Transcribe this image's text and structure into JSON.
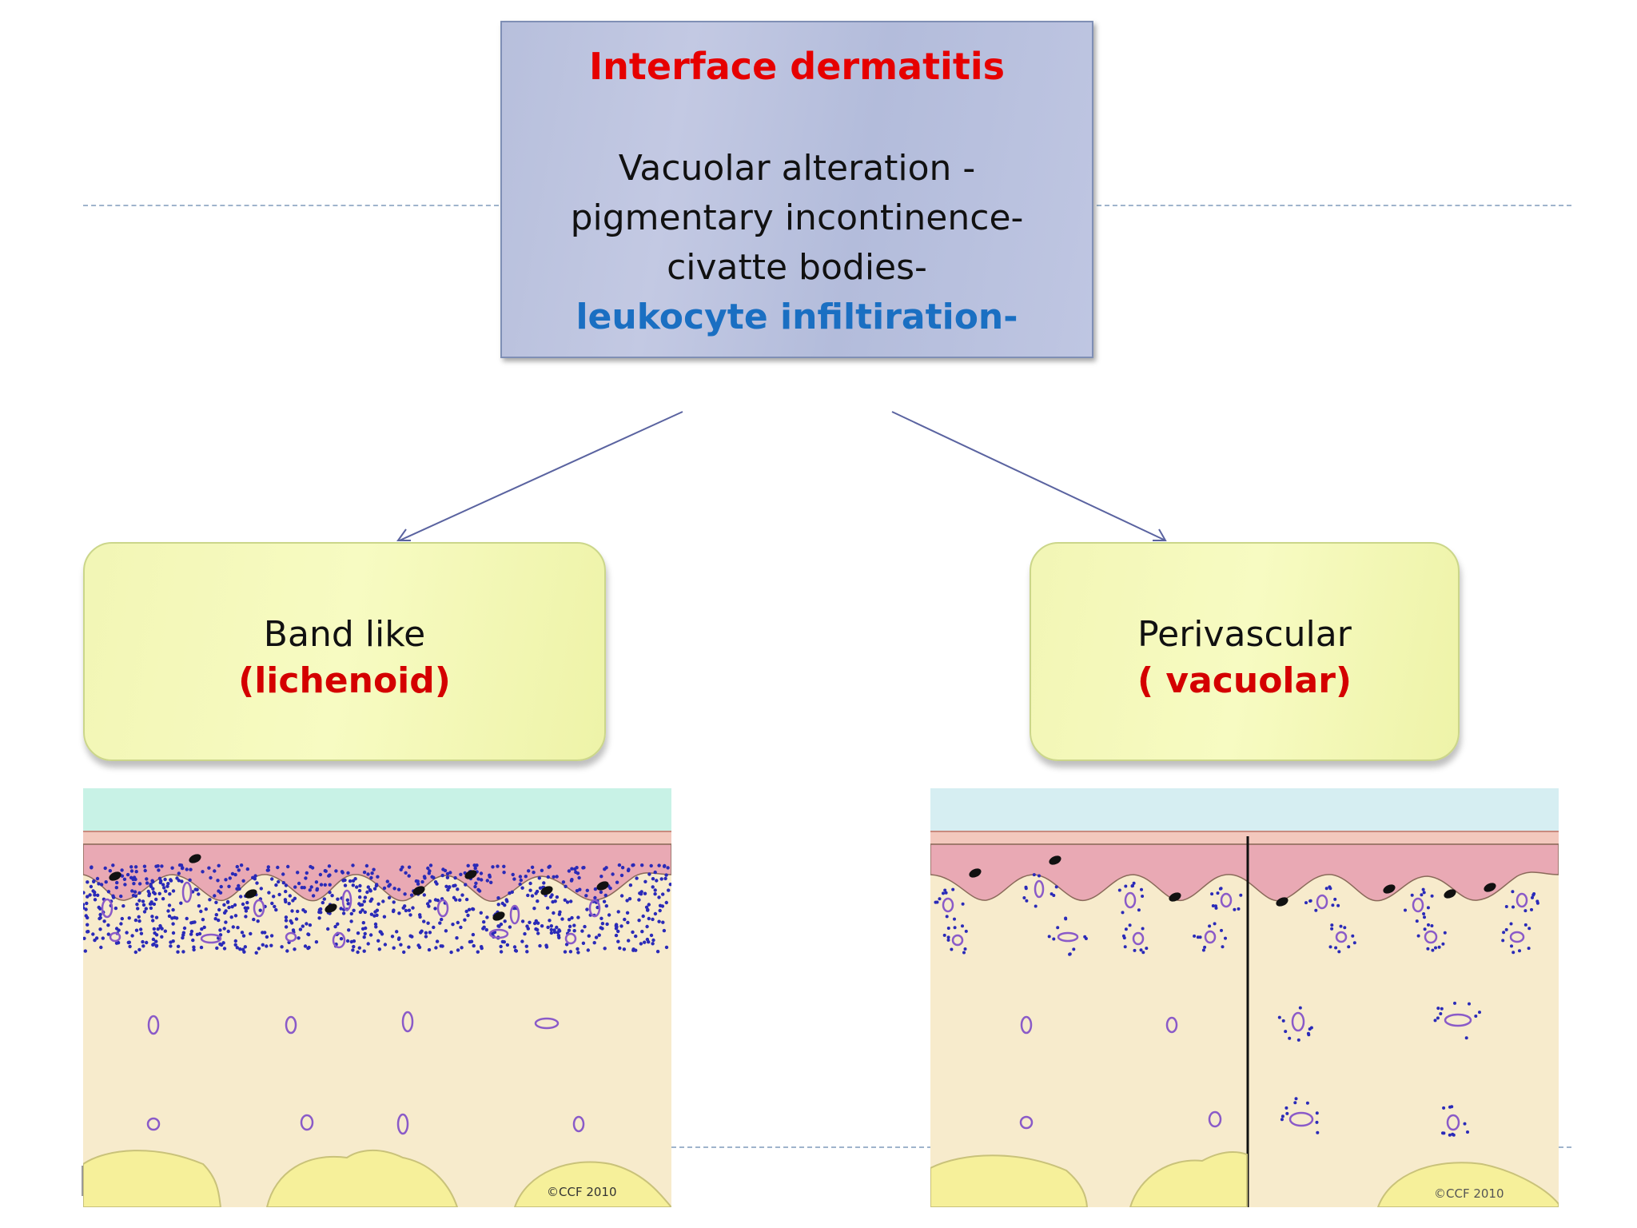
{
  "header": {
    "title": "Interface dermatitis",
    "lines": [
      "Vacuolar alteration -",
      "pigmentary incontinence-",
      "civatte bodies-",
      "leukocyte infiltiration-"
    ]
  },
  "branches": [
    {
      "label": "Band like",
      "sublabel": "(lichenoid)",
      "copyright": "©CCF 2010"
    },
    {
      "label": "Perivascular",
      "sublabel": "( vacuolar)",
      "copyright": "©CCF 2010"
    }
  ],
  "colors": {
    "title_red": "#e60000",
    "accent_blue": "#1a6fc2",
    "box_blue": "#bcc3e0",
    "box_yellow": "#f4f8b8",
    "epidermis_pink": "#e9a9b4",
    "dermis_tan": "#f7ebcc",
    "lymphocyte_blue": "#2a2ab8",
    "vessel_purple": "#8a5ac8"
  }
}
